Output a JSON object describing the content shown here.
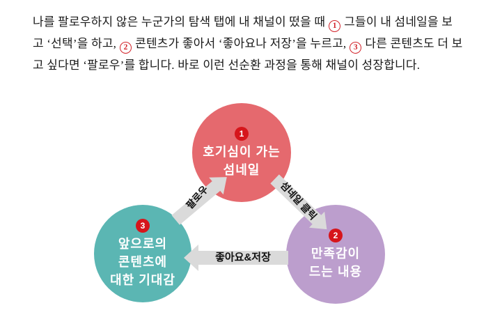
{
  "paragraph": {
    "line1": {
      "t1": "나를 팔로우하지 않은 누군가의 탐색 탭에 내 채널이 떴을 때",
      "n1": "1",
      "t2": "그들이 내 섬네일을 보"
    },
    "line2": {
      "t1": "고 ‘선택’을 하고,",
      "n1": "2",
      "t2": "콘텐츠가 좋아서 ‘좋아요나 저장’을 누르고,",
      "n2": "3",
      "t3": "다른 콘텐츠도 더 보"
    },
    "line3": {
      "t1": "고 싶다면 ‘팔로우’를 합니다. 바로 이런 선순환 과정을 통해 채널이 성장합니다."
    }
  },
  "diagram": {
    "nodes": [
      {
        "number": "1",
        "lines": [
          "호기심이 가는",
          "섬네일"
        ],
        "color": "#e5696e"
      },
      {
        "number": "2",
        "lines": [
          "만족감이",
          "드는 내용"
        ],
        "color": "#bc9ecd"
      },
      {
        "number": "3",
        "lines": [
          "앞으로의",
          "콘텐츠에",
          "대한 기대감"
        ],
        "color": "#5bb6b3"
      }
    ],
    "arrows": [
      {
        "label": "팔로우",
        "from": "node-3",
        "to": "node-1"
      },
      {
        "label": "섬네일 클릭",
        "from": "node-1",
        "to": "node-2"
      },
      {
        "label": "좋아요&저장",
        "from": "node-2",
        "to": "node-3"
      }
    ],
    "colors": {
      "arrow": "#dadada",
      "badge": "#d6151b",
      "node_text": "#ffffff",
      "paragraph_number": "#d2232a"
    }
  }
}
